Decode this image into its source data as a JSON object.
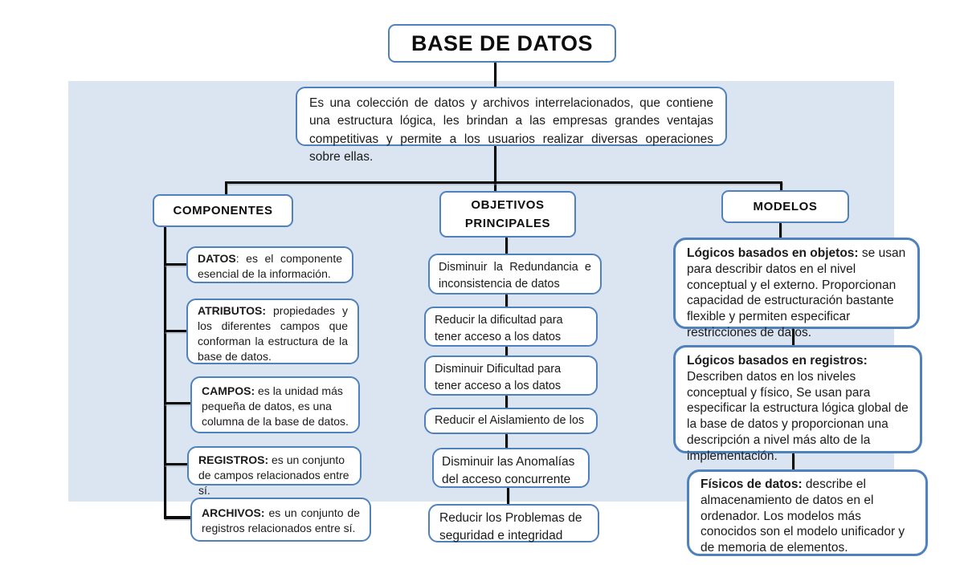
{
  "title": "BASE DE DATOS",
  "description": "Es una colección de datos y archivos interrelacionados, que contiene una estructura lógica, les brindan a las empresas grandes ventajas competitivas y permite a los usuarios realizar diversas operaciones sobre ellas.",
  "colors": {
    "box_border": "#4f81bd",
    "background_panel": "#dbe5f1",
    "connector": "#0a0a0a",
    "box_fill": "#ffffff",
    "text": "#1a1a1a"
  },
  "branches": {
    "componentes": {
      "label": "COMPONENTES",
      "items": [
        {
          "term": "DATOS",
          "rest": ": es el componente esencial de la información."
        },
        {
          "term": "ATRIBUTOS:",
          "rest": " propiedades y los diferentes campos que conforman la estructura de la base de datos."
        },
        {
          "term": "CAMPOS:",
          "rest": " es la unidad más pequeña de datos, es una columna de la base de datos."
        },
        {
          "term": "REGISTROS:",
          "rest": " es un conjunto de campos relacionados entre sí."
        },
        {
          "term": "ARCHIVOS:",
          "rest": " es un conjunto de registros relacionados entre sí."
        }
      ]
    },
    "objetivos": {
      "label_line1": "OBJETIVOS",
      "label_line2": "PRINCIPALES",
      "items": [
        {
          "text": "Disminuir la Redundancia e inconsistencia de datos"
        },
        {
          "text": "Reducir la dificultad para tener acceso a los datos"
        },
        {
          "text": "Disminuir Dificultad para tener acceso a los datos"
        },
        {
          "text": "Reducir el Aislamiento de los"
        },
        {
          "text": "Disminuir las Anomalías del acceso concurrente"
        },
        {
          "text": "Reducir los Problemas de seguridad e integridad"
        }
      ]
    },
    "modelos": {
      "label": "MODELOS",
      "items": [
        {
          "term": "Lógicos basados en objetos:",
          "rest": " se usan para describir datos en el nivel conceptual y el externo. Proporcionan capacidad de estructuración bastante flexible y permiten especificar restricciones de datos."
        },
        {
          "term": "Lógicos basados en registros:",
          "rest": " Describen datos en los niveles conceptual y físico, Se usan para especificar la estructura lógica global de la base de datos y proporcionan una descripción a nivel más alto de la implementación."
        },
        {
          "term": "Físicos de datos:",
          "rest": " describe el almacenamiento de datos en el ordenador. Los modelos más conocidos son el modelo unificador y de memoria de elementos."
        }
      ]
    }
  }
}
